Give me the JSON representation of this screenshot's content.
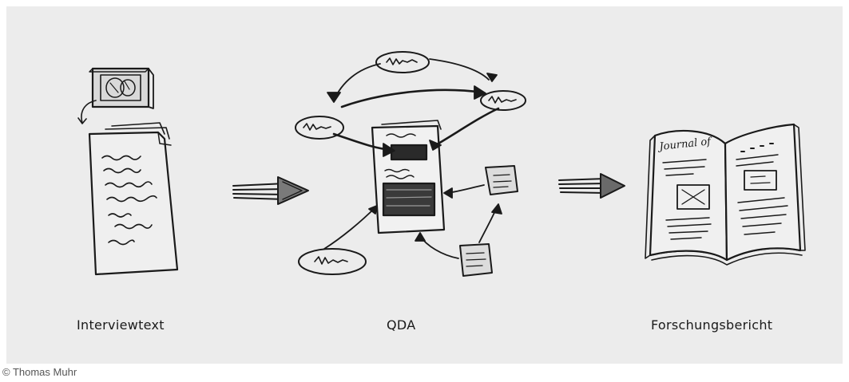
{
  "labels": {
    "interview": "Interviewtext",
    "qda": "QDA",
    "report": "Forschungsbericht"
  },
  "book_title": "Journal of",
  "credit": "© Thomas Muhr",
  "colors": {
    "background": "#ececec",
    "ink": "#1a1a1a"
  }
}
